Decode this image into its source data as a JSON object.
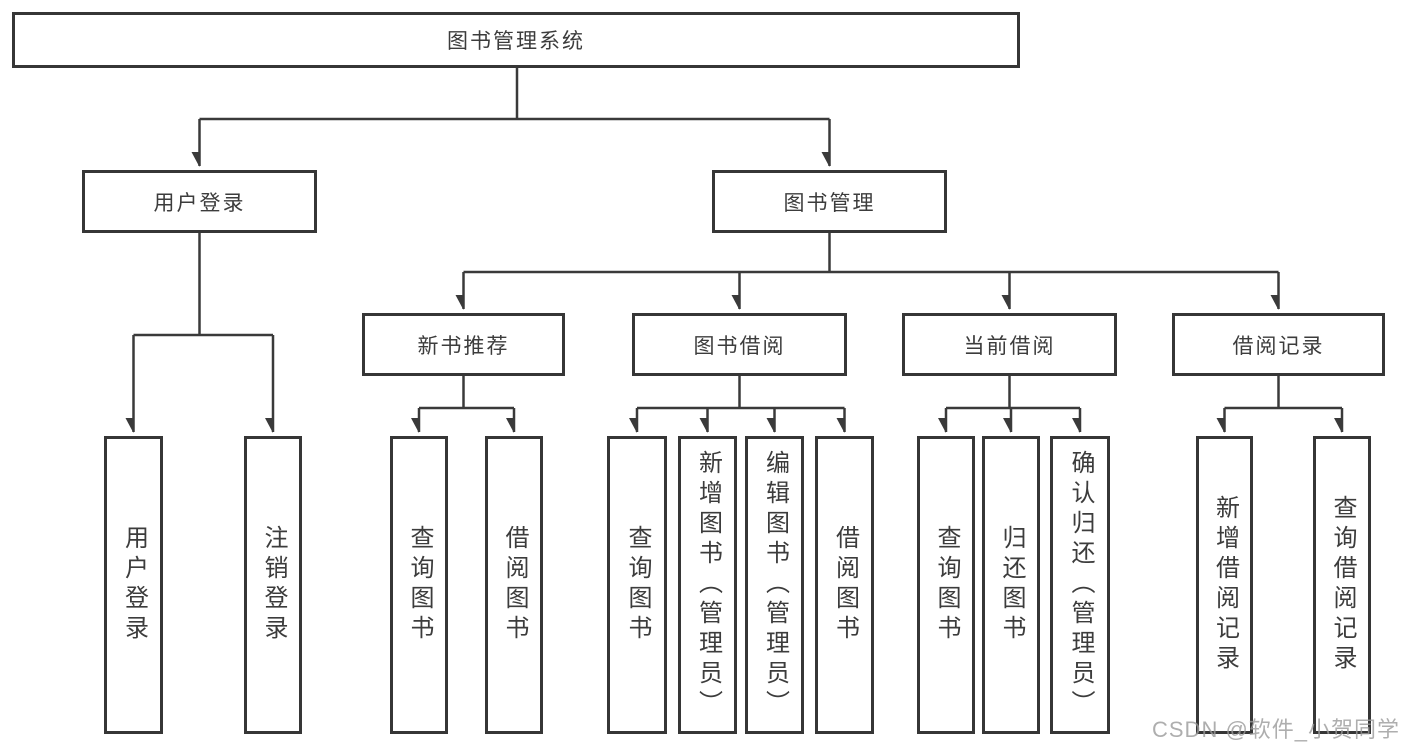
{
  "tree": {
    "label": "图书管理系统",
    "children": [
      {
        "label": "用户登录",
        "children": [
          {
            "label": "用户登录"
          },
          {
            "label": "注销登录"
          }
        ]
      },
      {
        "label": "图书管理",
        "children": [
          {
            "label": "新书推荐",
            "children": [
              {
                "label": "查询图书"
              },
              {
                "label": "借阅图书"
              }
            ]
          },
          {
            "label": "图书借阅",
            "children": [
              {
                "label": "查询图书"
              },
              {
                "label": "新增图书（管理员）"
              },
              {
                "label": "编辑图书（管理员）"
              },
              {
                "label": "借阅图书"
              }
            ]
          },
          {
            "label": "当前借阅",
            "children": [
              {
                "label": "查询图书"
              },
              {
                "label": "归还图书"
              },
              {
                "label": "确认归还（管理员）"
              }
            ]
          },
          {
            "label": "借阅记录",
            "children": [
              {
                "label": "新增借阅记录"
              },
              {
                "label": "查询借阅记录"
              }
            ]
          }
        ]
      }
    ]
  },
  "watermark": "CSDN @软件_小贺同学",
  "colors": {
    "line": "#3a3a3a",
    "border": "#363636",
    "text": "#3c3c3c",
    "watermark": "#9b9b9b",
    "background": "#ffffff"
  }
}
